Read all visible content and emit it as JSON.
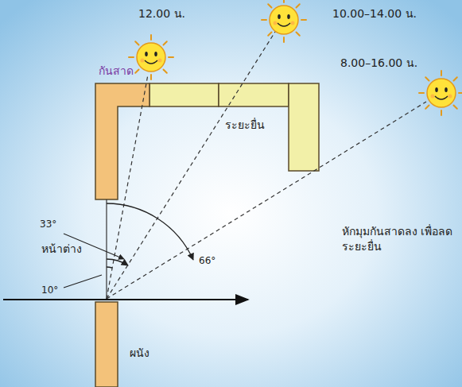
{
  "diagram": {
    "labels": [
      "12.00 น.",
      "10.00–14.00 น.",
      "8.00–16.00 น.",
      "กันสาด",
      "ระยะยื่น",
      "หักมุมกันสาดลง เพื่อลดระยะยื่น",
      "33°",
      "66°",
      "หน้าต่าง",
      "10°",
      "ผนัง"
    ]
  }
}
